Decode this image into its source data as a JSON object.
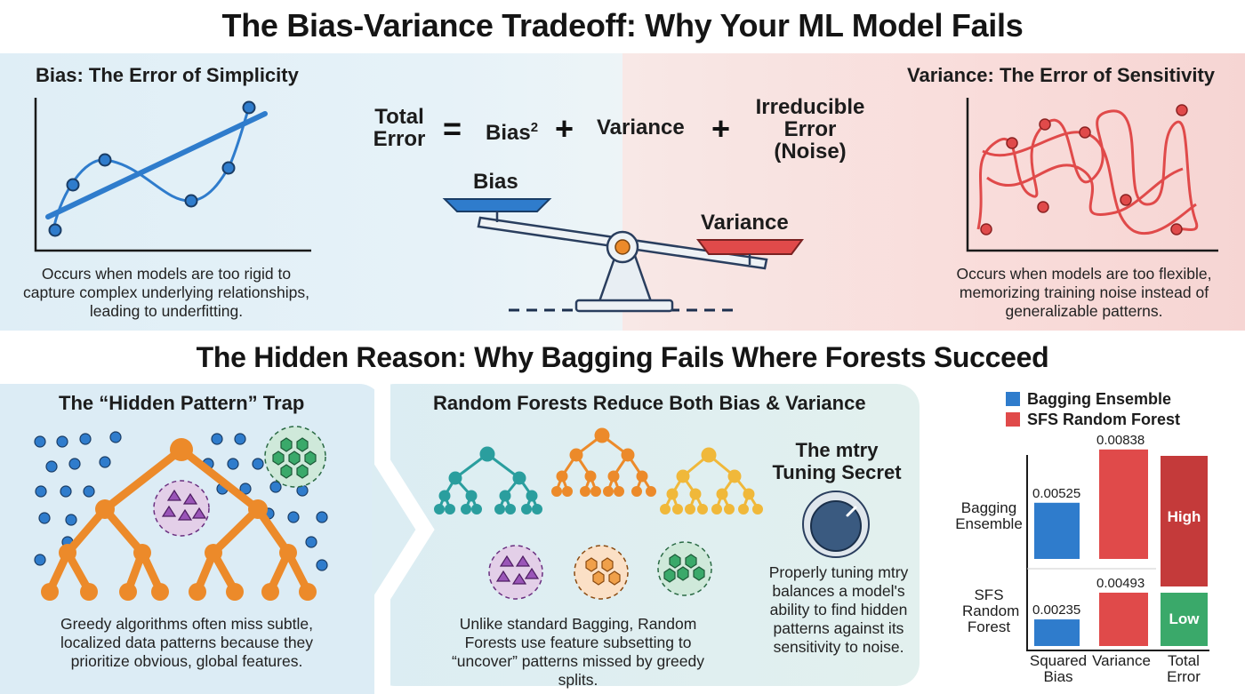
{
  "title": "The Bias-Variance Tradeoff: Why Your ML Model Fails",
  "bias_panel": {
    "heading": "Bias: The Error of Simplicity",
    "description": "Occurs when models are too rigid to capture complex underlying relationships, leading to underfitting."
  },
  "variance_panel": {
    "heading": "Variance: The Error of Sensitivity",
    "description": "Occurs when models are too flexible, memorizing training noise instead of generalizable patterns."
  },
  "equation": {
    "total": "Total Error",
    "equals": "=",
    "bias_sq": "Bias",
    "sup": "2",
    "plus": "+",
    "variance": "Variance",
    "irreducible": "Irreducible Error (Noise)"
  },
  "scale": {
    "left_label": "Bias",
    "right_label": "Variance"
  },
  "section2_title": "The Hidden Reason: Why Bagging Fails Where Forests Succeed",
  "hidden_trap": {
    "heading": "The “Hidden Pattern” Trap",
    "description": "Greedy algorithms often miss subtle, localized data patterns because they prioritize obvious, global features."
  },
  "random_forest": {
    "heading": "Random Forests Reduce Both Bias & Variance",
    "description": "Unlike standard Bagging, Random Forests use feature subsetting to “uncover” patterns missed by greedy splits."
  },
  "mtry": {
    "heading": "The mtry Tuning Secret",
    "description": "Properly tuning mtry balances a model's ability to find hidden patterns against its sensitivity to noise."
  },
  "colors": {
    "blue": "#2f7ccc",
    "red": "#e04a4a",
    "dark_red": "#c43a3a",
    "green": "#3aa96a",
    "orange": "#ec8a2a",
    "teal": "#2a9e9e",
    "yellow": "#f0b83a",
    "purple": "#9a55b8"
  },
  "chart_data": {
    "type": "bar",
    "legend": [
      "Bagging Ensemble",
      "SFS Random Forest"
    ],
    "legend_placement": "top",
    "categories": [
      "Squared Bias",
      "Variance",
      "Total Error"
    ],
    "row_labels": [
      "Bagging Ensemble",
      "SFS Random Forest"
    ],
    "series": [
      {
        "name": "Bagging Ensemble",
        "values": [
          0.00525,
          0.00838,
          null
        ],
        "labels": [
          "0.00525",
          "0.00838",
          "High"
        ]
      },
      {
        "name": "SFS Random Forest",
        "values": [
          0.00235,
          0.00493,
          null
        ],
        "labels": [
          "0.00235",
          "0.00493",
          "Low"
        ]
      }
    ]
  }
}
